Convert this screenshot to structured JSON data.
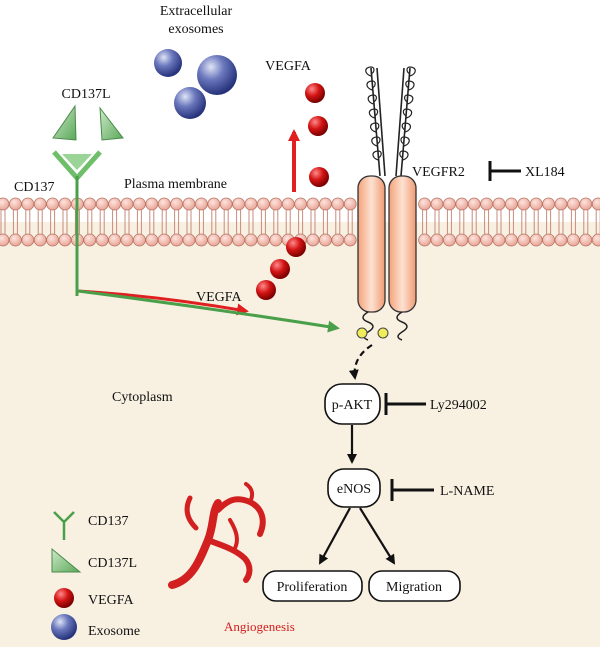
{
  "labels": {
    "exosomes_line1": "Extracellular",
    "exosomes_line2": "exosomes",
    "vegfa_top": "VEGFA",
    "cd137l": "CD137L",
    "cd137": "CD137",
    "plasma_membrane": "Plasma membrane",
    "vegfr2": "VEGFR2",
    "xl184": "XL184",
    "vegfa_mid": "VEGFA",
    "cytoplasm": "Cytoplasm",
    "ly294002": "Ly294002",
    "lname": "L-NAME",
    "angiogenesis": "Angiogenesis"
  },
  "nodes": {
    "pakt": "p-AKT",
    "enos": "eNOS",
    "proliferation": "Proliferation",
    "migration": "Migration"
  },
  "legend": [
    {
      "label": "CD137",
      "icon": "receptor-y-icon"
    },
    {
      "label": "CD137L",
      "icon": "triangle-icon"
    },
    {
      "label": "VEGFA",
      "icon": "red-dot-icon"
    },
    {
      "label": "Exosome",
      "icon": "blue-sphere-icon"
    }
  ],
  "colors": {
    "cytoplasm_bg": "#f8f1e2",
    "lipid_head": "#f3c0b6",
    "vegfa_red": "#d01818",
    "exosome_blue": "#3a4a95",
    "cd137_green": "#4aa04a",
    "red_arrow": "#e02020",
    "receptor_fill": "#f4b08c",
    "angiogenesis_red": "#d22020"
  }
}
